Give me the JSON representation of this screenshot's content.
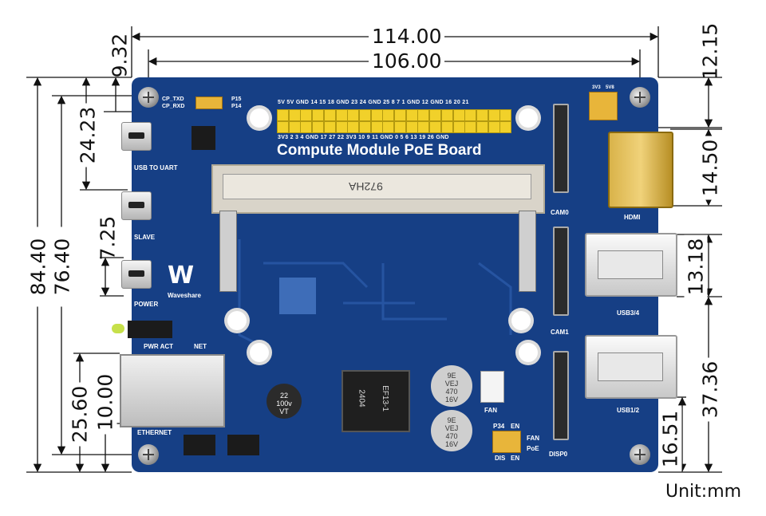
{
  "dimensions": {
    "top_outer": "114.00",
    "top_inner": "106.00",
    "top_left_small": "9.32",
    "left_height_outer": "84.40",
    "left_height_inner": "76.40",
    "uart_offset": "24.23",
    "usb_spacing": "7.25",
    "eth_offset": "25.60",
    "eth_small": "10.00",
    "right_top": "12.15",
    "hdmi_width": "14.50",
    "usb_a_width": "13.18",
    "usb12_offset": "37.36",
    "usb12_bottom": "16.51"
  },
  "unit_label": "Unit:mm",
  "board": {
    "title": "Compute Module PoE Board",
    "brand": "Waveshare",
    "gpio_top_labels": "5V  5V GND 14  15  18 GND 23  24 GND 25  8   7   1  GND 12 GND 16  20  21",
    "gpio_bottom_labels": "3V3  2   3   4  GND 17  27  22 3V3 10  9  11 GND 0   5   6  13  19  26 GND",
    "sodimm_marking": "972HA",
    "labels": {
      "usb_to_uart": "USB TO UART",
      "slave": "SLAVE",
      "power": "POWER",
      "pwr_act": "PWR ACT",
      "net": "NET",
      "ethernet": "ETHERNET",
      "cp_txd": "CP_TXD",
      "cp_rxd": "CP_RXD",
      "p15": "P15",
      "p14": "P14",
      "cam0": "CAM0",
      "cam1": "CAM1",
      "disp0": "DISP0",
      "hdmi": "HDMI",
      "usb34": "USB3/4",
      "usb12": "USB1/2",
      "fan": "FAN",
      "fan2": "FAN",
      "poe": "PoE",
      "p34": "P34",
      "en": "EN",
      "dis": "DIS",
      "en2": "EN",
      "v3v3": "3V3",
      "v5v": "5V8"
    },
    "capacitor_large": [
      "22",
      "100v",
      "VT"
    ],
    "capacitor_small": [
      "9E",
      "VEJ",
      "470",
      "16V"
    ],
    "transformer": [
      "2404",
      "EF13-1"
    ]
  }
}
